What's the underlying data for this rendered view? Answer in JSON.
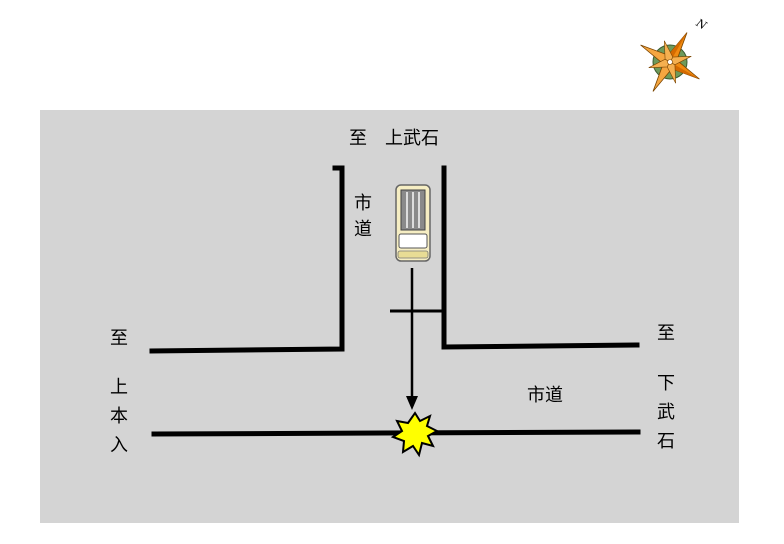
{
  "title": "",
  "compass": {
    "north_label": "N",
    "icon": "compass-rose-icon"
  },
  "colors": {
    "area": "#d4d4d4",
    "road_line": "#000000",
    "car_body": "#f6eec3",
    "car_roof": "#8a8a8a",
    "car_outline": "#666666",
    "collision_fill": "#ffff00",
    "compass_green": "#6e9a5a",
    "compass_orange": "#f08a10"
  },
  "labels": {
    "north_to": "至　上武石",
    "north_street": [
      "市",
      "道"
    ],
    "west_to": "至",
    "west_dest": [
      "上",
      "本",
      "入"
    ],
    "east_to": "至",
    "east_dest": [
      "下",
      "武",
      "石"
    ],
    "east_street": "市道"
  },
  "elements": {
    "vehicle": "car-icon",
    "collision": "collision-burst-icon",
    "path": "travel-arrow",
    "stop_line": "stop-line"
  }
}
